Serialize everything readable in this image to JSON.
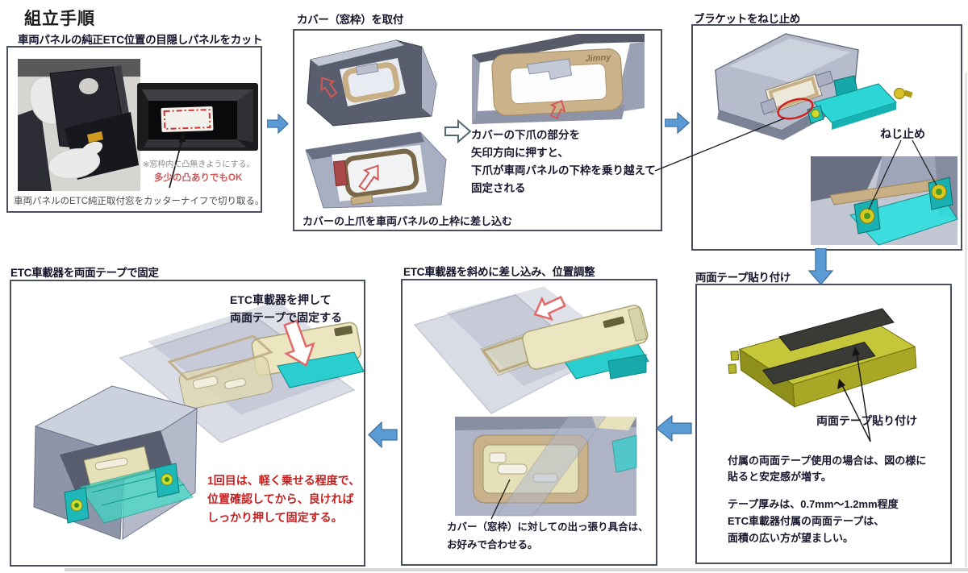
{
  "title": "組立手順",
  "colors": {
    "flow_arrow_blue": "#5b9bd5",
    "flow_arrow_border": "#3f729e",
    "warning_red": "#c52222",
    "note_red": "#d05858",
    "highlight_ellipse_red": "#cc2222",
    "bracket_teal": "#2cd6d6",
    "device_yellow": "#c6c63a",
    "device_cream": "#ece6c0",
    "cover_tan": "#cbb28b"
  },
  "steps": {
    "step1": {
      "heading": "車両パネルの純正ETC位置の目隠しパネルをカット",
      "note_grey": "※窓枠内に凸無きようにする。",
      "note_red": "多少の凸ありでもOK",
      "caption": "車両パネルのETC純正取付窓をカッターナイフで切り取る。"
    },
    "step2": {
      "heading": "カバー（窓枠）を取付",
      "body": [
        "カバーの下爪の部分を",
        "矢印方向に押すと、",
        "下爪が車両パネルの下枠を乗り越えて",
        "固定される"
      ],
      "caption": "カバーの上爪を車両パネルの上枠に差し込む",
      "logo": "Jimny"
    },
    "step3": {
      "heading": "ブラケットをねじ止め",
      "label": "ねじ止め"
    },
    "step4": {
      "heading": "両面テープ貼り付け",
      "label": "両面テープ貼り付け",
      "para1": [
        "付属の両面テープ使用の場合は、図の様に",
        "貼ると安定感が増す。"
      ],
      "para2": [
        "テープ厚みは、0.7mm～1.2mm程度",
        "ETC車載器付属の両面テープは、",
        "面積の広い方が望ましい。"
      ]
    },
    "step5": {
      "heading": "ETC車載器を斜めに差し込み、位置調整",
      "caption": [
        "カバー（窓枠）に対しての出っ張り具合は、",
        "お好みで合わせる。"
      ]
    },
    "step6": {
      "heading": "ETC車載器を両面テープで固定",
      "label": [
        "ETC車載器を押して",
        "両面テープで固定する"
      ],
      "warning": [
        "1回目は、軽く乗せる程度で、",
        "位置確認してから、良ければ",
        "しっかり押して固定する。"
      ]
    }
  }
}
